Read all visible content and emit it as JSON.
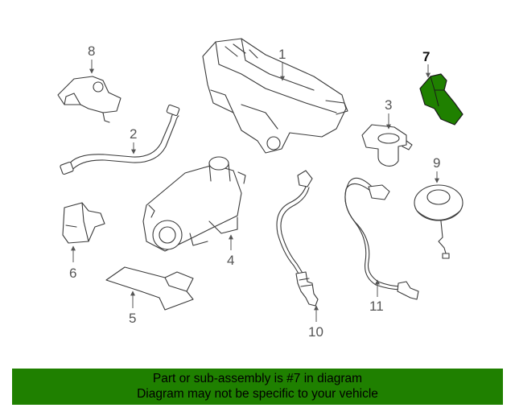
{
  "callouts": {
    "c1": "1",
    "c2": "2",
    "c3": "3",
    "c4": "4",
    "c5": "5",
    "c6": "6",
    "c7": "7",
    "c8": "8",
    "c9": "9",
    "c10": "10",
    "c11": "11"
  },
  "highlight_color": "#1f8000",
  "highlighted_part": "7",
  "banner": {
    "line1": "Part or sub-assembly is #7 in diagram",
    "line2": "Diagram may not be specific to your vehicle"
  }
}
